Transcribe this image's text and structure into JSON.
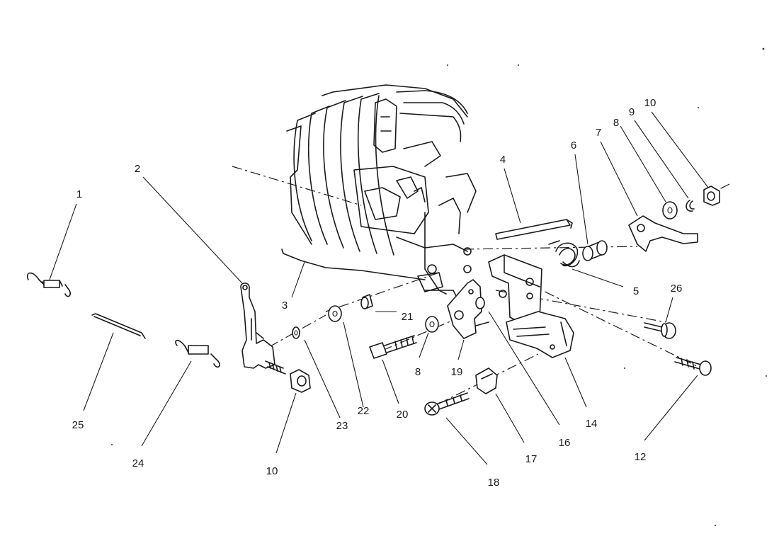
{
  "diagram": {
    "labels": [
      {
        "text": "1"
      },
      {
        "text": "2"
      },
      {
        "text": "3"
      },
      {
        "text": "4"
      },
      {
        "text": "5"
      },
      {
        "text": "6"
      },
      {
        "text": "7"
      },
      {
        "text": "8"
      },
      {
        "text": "9"
      },
      {
        "text": "10"
      },
      {
        "text": "26"
      },
      {
        "text": "21"
      },
      {
        "text": "22"
      },
      {
        "text": "23"
      },
      {
        "text": "10"
      },
      {
        "text": "25"
      },
      {
        "text": "24"
      },
      {
        "text": "20"
      },
      {
        "text": "8"
      },
      {
        "text": "19"
      },
      {
        "text": "18"
      },
      {
        "text": "17"
      },
      {
        "text": "16"
      },
      {
        "text": "14"
      },
      {
        "text": "12"
      }
    ]
  }
}
